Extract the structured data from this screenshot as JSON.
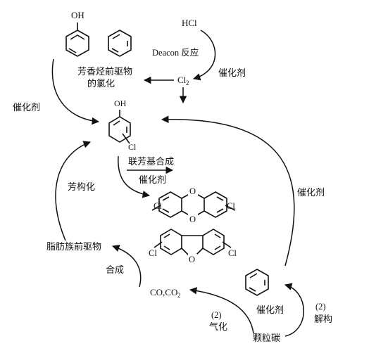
{
  "nodes": {
    "phenol_oh": "OH",
    "hcl": "HCl",
    "deacon": "Deacon 反应",
    "precursor_chlorination_1": "芳香烃前驱物",
    "precursor_chlorination_2": "的氯化",
    "cl2": "Cl",
    "cl2_sub": "2",
    "chlorophenol_oh": "OH",
    "chlorophenol_cl": "Cl",
    "biaryl_synthesis": "联芳基合成",
    "aromatization": "芳构化",
    "aliphatic_precursor": "脂肪族前驱物",
    "synthesis": "合成",
    "co_co2": "CO,CO",
    "co2_sub": "2",
    "gasification_num": "(2)",
    "gasification": "气化",
    "particulate_carbon": "颗粒碳",
    "decomposition_num": "(2)",
    "decomposition": "解构",
    "dioxin_cl_left": "Cl",
    "dioxin_cl_right": "Cl",
    "dioxin_o_top": "O",
    "dioxin_o_bottom": "O",
    "furan_cl_left": "Cl",
    "furan_cl_right": "Cl",
    "furan_o": "O"
  },
  "catalysts": {
    "cat_deacon": "催化剂",
    "cat_left": "催化剂",
    "cat_biaryl": "催化剂",
    "cat_right": "催化剂",
    "cat_bottom": "催化剂"
  }
}
